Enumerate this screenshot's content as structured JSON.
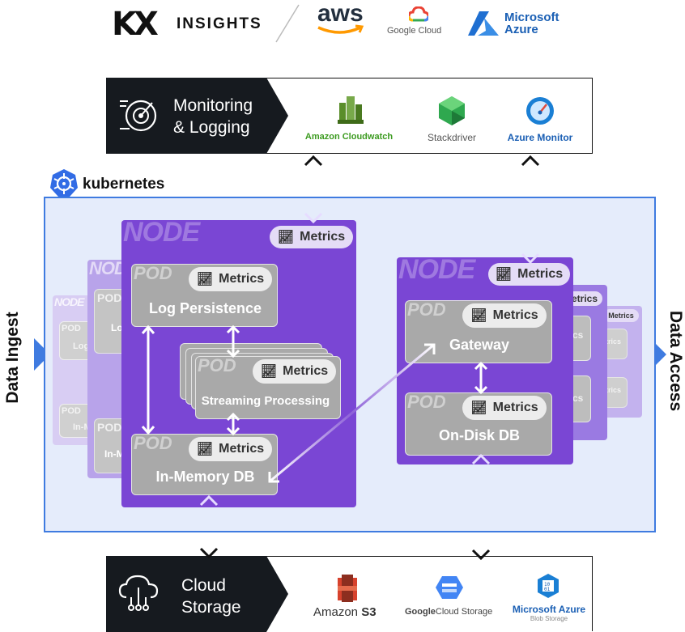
{
  "header": {
    "kx_logo": "KX",
    "kx_insights": "INSIGHTS",
    "aws_logo": "aws",
    "google_cloud": "Google Cloud",
    "ms_azure_line1": "Microsoft",
    "ms_azure_line2": "Azure"
  },
  "monitoring": {
    "title_line1": "Monitoring",
    "title_line2": "& Logging",
    "services": [
      "Amazon Cloudwatch",
      "Stackdriver",
      "Azure Monitor"
    ]
  },
  "storage": {
    "title_line1": "Cloud",
    "title_line2": "Storage",
    "amazon_s3_a": "Amazon",
    "amazon_s3_b": "S3",
    "google_storage_a": "Google",
    "google_storage_b": "Cloud Storage",
    "azure_blob_line1": "Microsoft Azure",
    "azure_blob_line2": "Blob Storage"
  },
  "kubernetes": {
    "label": "kubernetes"
  },
  "side_labels": {
    "left": "Data Ingest",
    "right": "Data Access"
  },
  "node_label": "NODE",
  "pod_label": "POD",
  "metrics_label": "Metrics",
  "bg_left": {
    "pod1_title": "Log",
    "pod2_title": "In-M",
    "node2_pod1_title": "Log",
    "node2_pod2_title": "In-M"
  },
  "bg_right": {
    "chip1": "etrics",
    "chip2": "Metrics",
    "pod_text": "cs",
    "pod_text2": "trics"
  },
  "left_node": {
    "pods": [
      "Log Persistence",
      "Streaming Processing",
      "In-Memory DB"
    ]
  },
  "right_node": {
    "pods": [
      "Gateway",
      "On-Disk DB"
    ]
  },
  "colors": {
    "node_purple": "#7a46d4",
    "node_purple_light": "#9a73dd",
    "pod_gray": "#a9a9a9",
    "bar_dark": "#161a1f",
    "k8s_blue": "#3f7be0",
    "cloudwatch_green": "#3c9b20",
    "azure_blue": "#1a5fb4"
  }
}
